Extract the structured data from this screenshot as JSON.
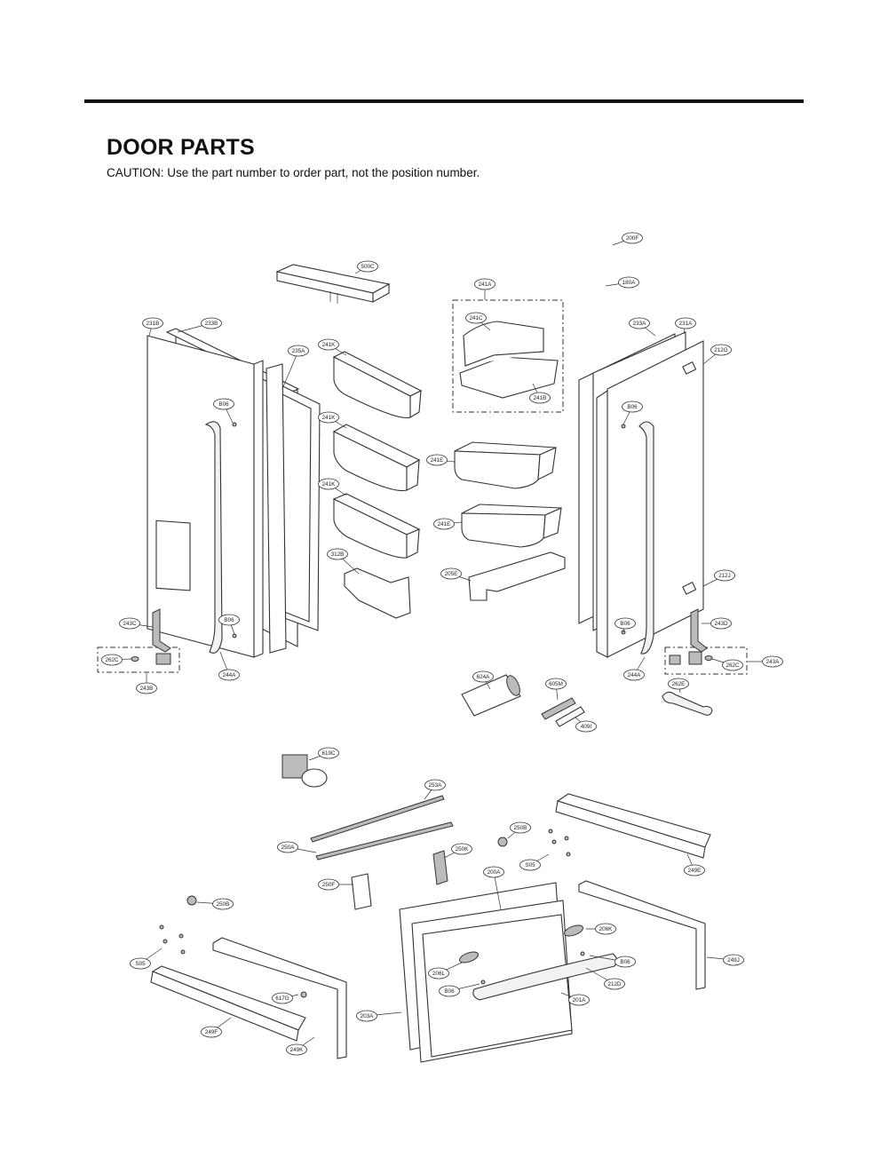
{
  "header": {
    "title": "DOOR PARTS",
    "caution": "CAUTION: Use the part number to order part, not the position number."
  },
  "callouts": [
    "200F",
    "180A",
    "500C",
    "241A",
    "241C",
    "241B",
    "231B",
    "233B",
    "235A",
    "241K",
    "241K",
    "241K",
    "B06",
    "B06",
    "241E",
    "241E",
    "312B",
    "205E",
    "233A",
    "231A",
    "212G",
    "B06",
    "212J",
    "B06",
    "243C",
    "262C",
    "243B",
    "244A",
    "243D",
    "262C",
    "243A",
    "244A",
    "262E",
    "624A",
    "605M",
    "409I",
    "619C",
    "253A",
    "250A",
    "250K",
    "250B",
    "S05",
    "249E",
    "250F",
    "200A",
    "250B",
    "206K",
    "S05",
    "B06",
    "206L",
    "B06",
    "212D",
    "201A",
    "203A",
    "249J",
    "249F",
    "617G",
    "249K"
  ]
}
